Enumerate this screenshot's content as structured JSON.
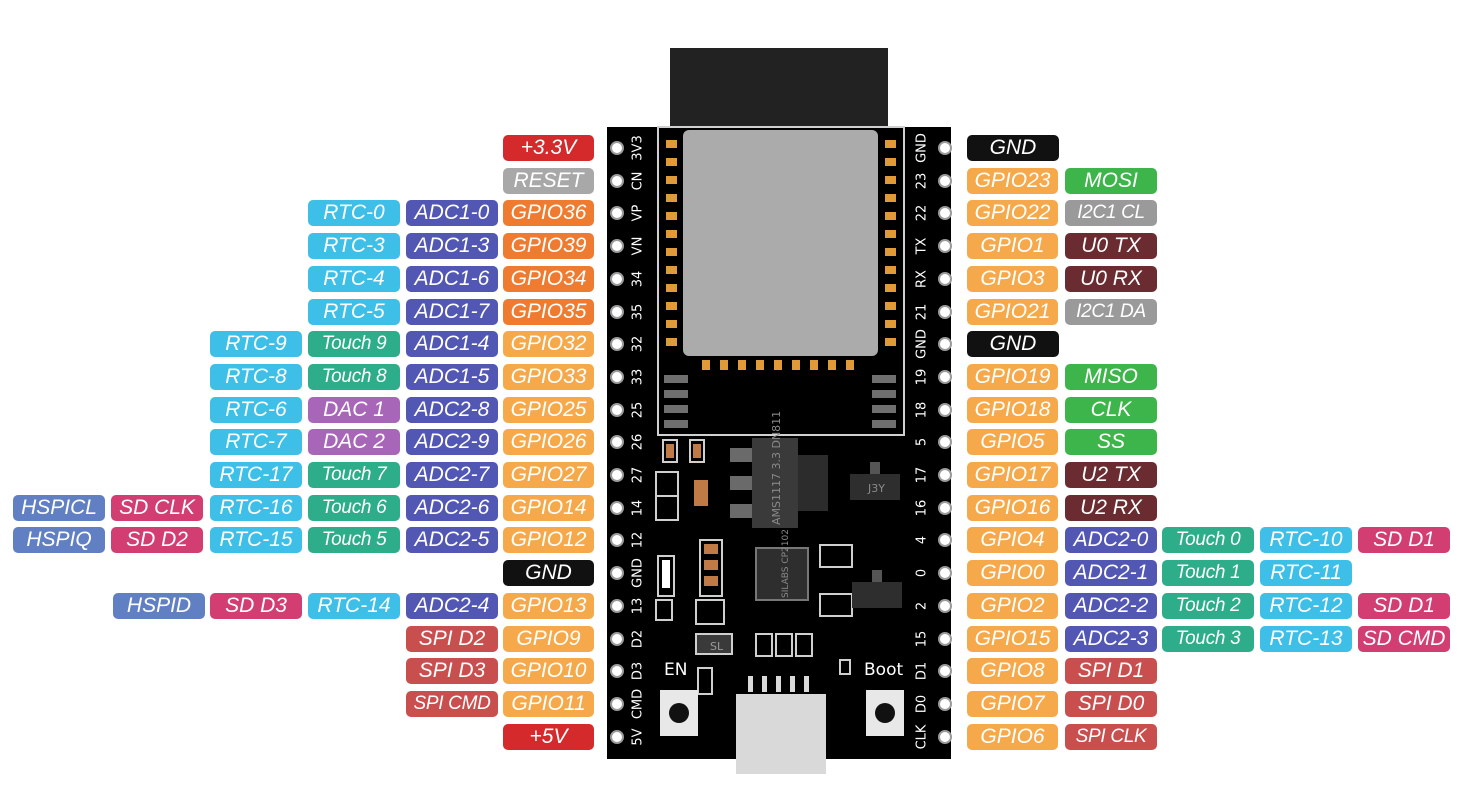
{
  "colors": {
    "gpio_orange": "#F5A94A",
    "gpio_input_only": "#EE7B30",
    "power_red": "#D42A2B",
    "gnd_black": "#111111",
    "reset_gray": "#A8A8A8",
    "rtc_cyan": "#3DBFE8",
    "adc_blue": "#5257B3",
    "touch_teal": "#2DAD8A",
    "dac_purple": "#A866B8",
    "sd_pink": "#D23D72",
    "hspi_blue": "#6180C4",
    "spi_red": "#C94F4F",
    "vspi_green": "#3DB54A",
    "uart_maroon": "#6A2C31",
    "i2c_gray": "#9A9A9A",
    "board_black": "#000000"
  },
  "board": {
    "en_label": "EN",
    "boot_label": "Boot",
    "regulator_text": "AMS1117 3.3 DN811",
    "usb_chip_text": "SILABS CP2102",
    "led_marking": "SL",
    "transistor_marking": "J3Y",
    "left_pins": [
      "3V3",
      "CN",
      "VP",
      "VN",
      "34",
      "35",
      "32",
      "33",
      "25",
      "26",
      "27",
      "14",
      "12",
      "GND",
      "13",
      "D2",
      "D3",
      "CMD",
      "5V"
    ],
    "right_pins": [
      "GND",
      "23",
      "22",
      "TX",
      "RX",
      "21",
      "GND",
      "19",
      "18",
      "5",
      "17",
      "16",
      "4",
      "0",
      "2",
      "15",
      "D1",
      "D0",
      "CLK"
    ]
  },
  "left_rows": [
    [
      {
        "t": "+3.3V",
        "c": "power_red"
      }
    ],
    [
      {
        "t": "RESET",
        "c": "reset_gray"
      }
    ],
    [
      {
        "t": "GPIO36",
        "c": "gpio_input_only"
      },
      {
        "t": "ADC1-0",
        "c": "adc_blue"
      },
      {
        "t": "RTC-0",
        "c": "rtc_cyan"
      }
    ],
    [
      {
        "t": "GPIO39",
        "c": "gpio_input_only"
      },
      {
        "t": "ADC1-3",
        "c": "adc_blue"
      },
      {
        "t": "RTC-3",
        "c": "rtc_cyan"
      }
    ],
    [
      {
        "t": "GPIO34",
        "c": "gpio_input_only"
      },
      {
        "t": "ADC1-6",
        "c": "adc_blue"
      },
      {
        "t": "RTC-4",
        "c": "rtc_cyan"
      }
    ],
    [
      {
        "t": "GPIO35",
        "c": "gpio_input_only"
      },
      {
        "t": "ADC1-7",
        "c": "adc_blue"
      },
      {
        "t": "RTC-5",
        "c": "rtc_cyan"
      }
    ],
    [
      {
        "t": "GPIO32",
        "c": "gpio_orange"
      },
      {
        "t": "ADC1-4",
        "c": "adc_blue"
      },
      {
        "t": "Touch 9",
        "c": "touch_teal"
      },
      {
        "t": "RTC-9",
        "c": "rtc_cyan"
      }
    ],
    [
      {
        "t": "GPIO33",
        "c": "gpio_orange"
      },
      {
        "t": "ADC1-5",
        "c": "adc_blue"
      },
      {
        "t": "Touch 8",
        "c": "touch_teal"
      },
      {
        "t": "RTC-8",
        "c": "rtc_cyan"
      }
    ],
    [
      {
        "t": "GPIO25",
        "c": "gpio_orange"
      },
      {
        "t": "ADC2-8",
        "c": "adc_blue"
      },
      {
        "t": "DAC 1",
        "c": "dac_purple"
      },
      {
        "t": "RTC-6",
        "c": "rtc_cyan"
      }
    ],
    [
      {
        "t": "GPIO26",
        "c": "gpio_orange"
      },
      {
        "t": "ADC2-9",
        "c": "adc_blue"
      },
      {
        "t": "DAC 2",
        "c": "dac_purple"
      },
      {
        "t": "RTC-7",
        "c": "rtc_cyan"
      }
    ],
    [
      {
        "t": "GPIO27",
        "c": "gpio_orange"
      },
      {
        "t": "ADC2-7",
        "c": "adc_blue"
      },
      {
        "t": "Touch 7",
        "c": "touch_teal"
      },
      {
        "t": "RTC-17",
        "c": "rtc_cyan"
      }
    ],
    [
      {
        "t": "GPIO14",
        "c": "gpio_orange"
      },
      {
        "t": "ADC2-6",
        "c": "adc_blue"
      },
      {
        "t": "Touch 6",
        "c": "touch_teal"
      },
      {
        "t": "RTC-16",
        "c": "rtc_cyan"
      },
      {
        "t": "SD CLK",
        "c": "sd_pink"
      },
      {
        "t": "HSPICL",
        "c": "hspi_blue"
      }
    ],
    [
      {
        "t": "GPIO12",
        "c": "gpio_orange"
      },
      {
        "t": "ADC2-5",
        "c": "adc_blue"
      },
      {
        "t": "Touch 5",
        "c": "touch_teal"
      },
      {
        "t": "RTC-15",
        "c": "rtc_cyan"
      },
      {
        "t": "SD D2",
        "c": "sd_pink"
      },
      {
        "t": "HSPIQ",
        "c": "hspi_blue"
      }
    ],
    [
      {
        "t": "GND",
        "c": "gnd_black"
      }
    ],
    [
      {
        "t": "GPIO13",
        "c": "gpio_orange"
      },
      {
        "t": "ADC2-4",
        "c": "adc_blue"
      },
      {
        "t": "RTC-14",
        "c": "rtc_cyan"
      },
      {
        "t": "SD D3",
        "c": "sd_pink"
      },
      {
        "t": "HSPID",
        "c": "hspi_blue"
      }
    ],
    [
      {
        "t": "GPIO9",
        "c": "gpio_orange"
      },
      {
        "t": "SPI D2",
        "c": "spi_red"
      }
    ],
    [
      {
        "t": "GPIO10",
        "c": "gpio_orange"
      },
      {
        "t": "SPI D3",
        "c": "spi_red"
      }
    ],
    [
      {
        "t": "GPIO11",
        "c": "gpio_orange"
      },
      {
        "t": "SPI CMD",
        "c": "spi_red"
      }
    ],
    [
      {
        "t": "+5V",
        "c": "power_red"
      }
    ]
  ],
  "right_rows": [
    [
      {
        "t": "GND",
        "c": "gnd_black"
      }
    ],
    [
      {
        "t": "GPIO23",
        "c": "gpio_orange"
      },
      {
        "t": "MOSI",
        "c": "vspi_green"
      }
    ],
    [
      {
        "t": "GPIO22",
        "c": "gpio_orange"
      },
      {
        "t": "I2C1 CL",
        "c": "i2c_gray"
      }
    ],
    [
      {
        "t": "GPIO1",
        "c": "gpio_orange"
      },
      {
        "t": "U0 TX",
        "c": "uart_maroon"
      }
    ],
    [
      {
        "t": "GPIO3",
        "c": "gpio_orange"
      },
      {
        "t": "U0 RX",
        "c": "uart_maroon"
      }
    ],
    [
      {
        "t": "GPIO21",
        "c": "gpio_orange"
      },
      {
        "t": "I2C1 DA",
        "c": "i2c_gray"
      }
    ],
    [
      {
        "t": "GND",
        "c": "gnd_black"
      }
    ],
    [
      {
        "t": "GPIO19",
        "c": "gpio_orange"
      },
      {
        "t": "MISO",
        "c": "vspi_green"
      }
    ],
    [
      {
        "t": "GPIO18",
        "c": "gpio_orange"
      },
      {
        "t": "CLK",
        "c": "vspi_green"
      }
    ],
    [
      {
        "t": "GPIO5",
        "c": "gpio_orange"
      },
      {
        "t": "SS",
        "c": "vspi_green"
      }
    ],
    [
      {
        "t": "GPIO17",
        "c": "gpio_orange"
      },
      {
        "t": "U2 TX",
        "c": "uart_maroon"
      }
    ],
    [
      {
        "t": "GPIO16",
        "c": "gpio_orange"
      },
      {
        "t": "U2 RX",
        "c": "uart_maroon"
      }
    ],
    [
      {
        "t": "GPIO4",
        "c": "gpio_orange"
      },
      {
        "t": "ADC2-0",
        "c": "adc_blue"
      },
      {
        "t": "Touch 0",
        "c": "touch_teal"
      },
      {
        "t": "RTC-10",
        "c": "rtc_cyan"
      },
      {
        "t": "SD D1",
        "c": "sd_pink"
      }
    ],
    [
      {
        "t": "GPIO0",
        "c": "gpio_orange"
      },
      {
        "t": "ADC2-1",
        "c": "adc_blue"
      },
      {
        "t": "Touch 1",
        "c": "touch_teal"
      },
      {
        "t": "RTC-11",
        "c": "rtc_cyan"
      }
    ],
    [
      {
        "t": "GPIO2",
        "c": "gpio_orange"
      },
      {
        "t": "ADC2-2",
        "c": "adc_blue"
      },
      {
        "t": "Touch 2",
        "c": "touch_teal"
      },
      {
        "t": "RTC-12",
        "c": "rtc_cyan"
      },
      {
        "t": "SD D1",
        "c": "sd_pink"
      }
    ],
    [
      {
        "t": "GPIO15",
        "c": "gpio_orange"
      },
      {
        "t": "ADC2-3",
        "c": "adc_blue"
      },
      {
        "t": "Touch 3",
        "c": "touch_teal"
      },
      {
        "t": "RTC-13",
        "c": "rtc_cyan"
      },
      {
        "t": "SD CMD",
        "c": "sd_pink"
      }
    ],
    [
      {
        "t": "GPIO8",
        "c": "gpio_orange"
      },
      {
        "t": "SPI D1",
        "c": "spi_red"
      }
    ],
    [
      {
        "t": "GPIO7",
        "c": "gpio_orange"
      },
      {
        "t": "SPI D0",
        "c": "spi_red"
      }
    ],
    [
      {
        "t": "GPIO6",
        "c": "gpio_orange"
      },
      {
        "t": "SPI CLK",
        "c": "spi_red"
      }
    ]
  ]
}
